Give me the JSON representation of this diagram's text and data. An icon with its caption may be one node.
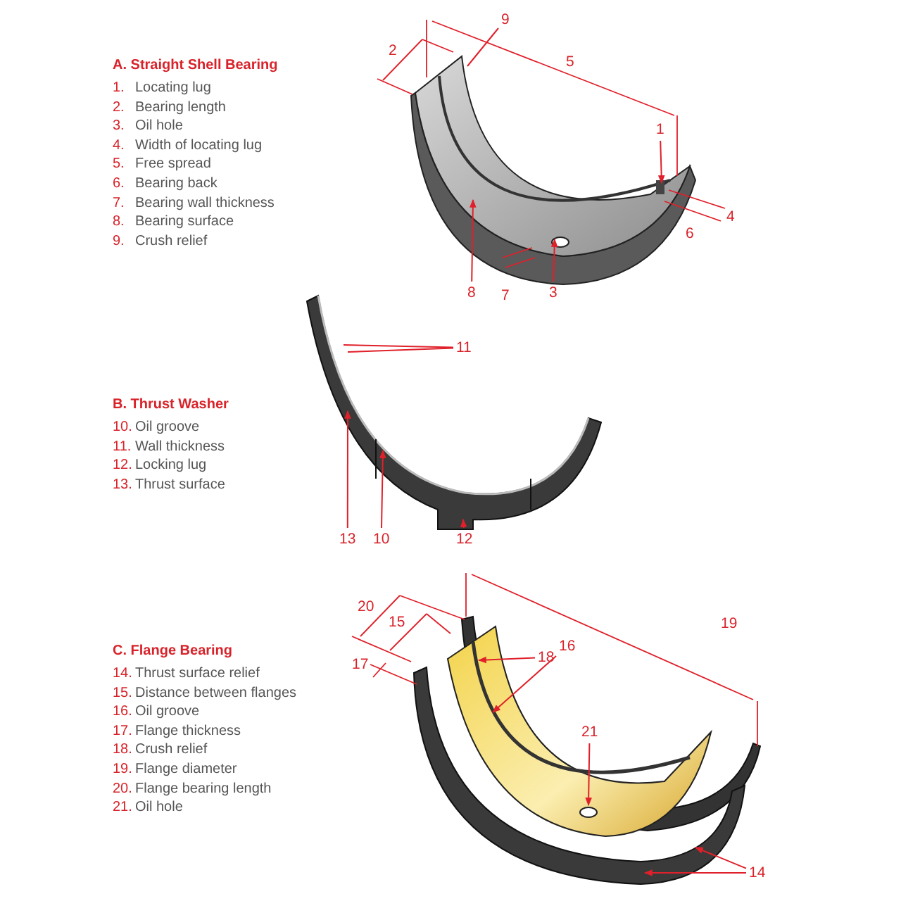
{
  "diagram": {
    "nodes": [
      {
        "text": [
          "9"
        ]
      },
      {
        "text": [
          "1"
        ]
      },
      {
        "text": [
          "8"
        ]
      },
      {
        "text": [
          "3"
        ]
      },
      {
        "text": [
          "11"
        ]
      },
      {
        "text": [
          "13"
        ]
      },
      {
        "text": [
          "10"
        ]
      },
      {
        "text": [
          "12"
        ]
      },
      {
        "text": [
          "18"
        ]
      },
      {
        "text": [
          "16"
        ]
      },
      {
        "text": [
          "21"
        ]
      },
      {
        "text": [
          "14"
        ]
      },
      {
        "text": [],
        "shape": "picture"
      },
      {
        "text": [],
        "shape": "picture"
      },
      {
        "text": [],
        "shape": "picture"
      }
    ],
    "edges": [
      {
        "from": 0,
        "to": 12,
        "arrow": "none"
      },
      {
        "from": 1,
        "to": 12,
        "arrow": "to"
      },
      {
        "from": 2,
        "to": 12,
        "arrow": "to"
      },
      {
        "from": 3,
        "to": 12,
        "arrow": "to"
      },
      {
        "from": 4,
        "to": 13,
        "arrow": "none"
      },
      {
        "from": 4,
        "to": 13,
        "arrow": "none"
      },
      {
        "from": 5,
        "to": 13,
        "arrow": "to"
      },
      {
        "from": 6,
        "to": 13,
        "arrow": "to"
      },
      {
        "from": 7,
        "to": 13,
        "arrow": "to"
      },
      {
        "from": 8,
        "to": 14,
        "arrow": "to"
      },
      {
        "from": 9,
        "to": 14,
        "arrow": "to"
      },
      {
        "from": 10,
        "to": 14,
        "arrow": "to"
      },
      {
        "from": 11,
        "to": 14,
        "arrow": "to"
      },
      {
        "from": 11,
        "to": 14,
        "arrow": "to"
      }
    ],
    "labels": [
      "A. Straight Shell Bearing",
      "1.",
      "Locating lug",
      "2.",
      "Bearing length",
      "3.",
      "Oil hole",
      "4.",
      "Width of locating lug",
      "5.",
      "Free spread",
      "6.",
      "Bearing back",
      "7.",
      "Bearing wall thickness",
      "8.",
      "Bearing surface",
      "9.",
      "Crush relief",
      "2",
      "5",
      "4",
      "6",
      "7",
      "B. Thrust Washer",
      "10.",
      "Oil groove",
      "11.",
      "Wall thickness",
      "12.",
      "Locking lug",
      "13.",
      "Thrust surface",
      "C. Flange Bearing",
      "14.",
      "Thrust surface relief",
      "15.",
      "Distance between flanges",
      "16.",
      "Oil groove",
      "17.",
      "Flange thickness",
      "18.",
      "Crush relief",
      "19.",
      "Flange diameter",
      "20.",
      "Flange bearing length",
      "21.",
      "Oil hole",
      "20",
      "15",
      "19",
      "17"
    ]
  }
}
